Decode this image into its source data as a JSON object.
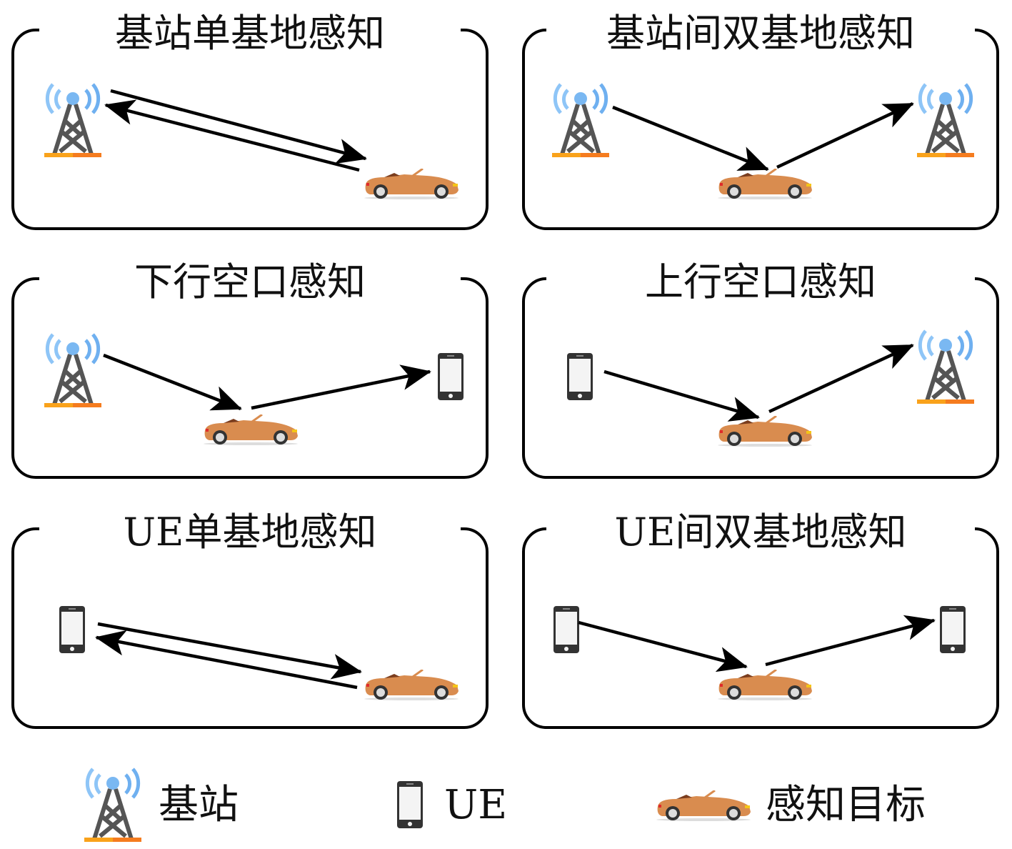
{
  "panels": [
    {
      "title": "基站单基地感知"
    },
    {
      "title": "基站间双基地感知"
    },
    {
      "title": "下行空口感知"
    },
    {
      "title": "上行空口感知"
    },
    {
      "title": "UE单基地感知"
    },
    {
      "title": "UE间双基地感知"
    }
  ],
  "legend": {
    "base_station": "基站",
    "ue": "UE",
    "target": "感知目标"
  },
  "colors": {
    "tower_signal": "#6fb6f5",
    "tower_body": "#555555",
    "tower_base": "#f7931e",
    "car_body": "#d98c4f",
    "arrow": "#000000"
  }
}
